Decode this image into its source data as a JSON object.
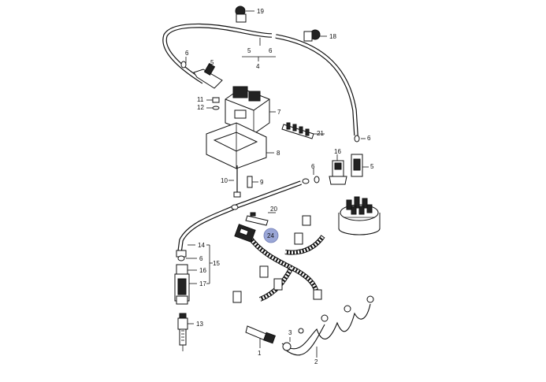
{
  "diagram": {
    "callouts": {
      "p1": "1",
      "p2": "2",
      "p3": "3",
      "p4": "4",
      "p5a": "5",
      "p5b": "5",
      "p5c": "5",
      "p6a": "6",
      "p6b": "6",
      "p6c": "6",
      "p6d": "6",
      "p6e": "6",
      "p7": "7",
      "p8": "8",
      "p9": "9",
      "p10": "10",
      "p11": "11",
      "p12": "12",
      "p13": "13",
      "p14": "14",
      "p15": "15",
      "p16a": "16",
      "p16b": "16",
      "p17": "17",
      "p18": "18",
      "p19": "19",
      "p20": "20",
      "p21": "21",
      "p24": "24"
    },
    "highlight_color": "#9aa6d6"
  }
}
